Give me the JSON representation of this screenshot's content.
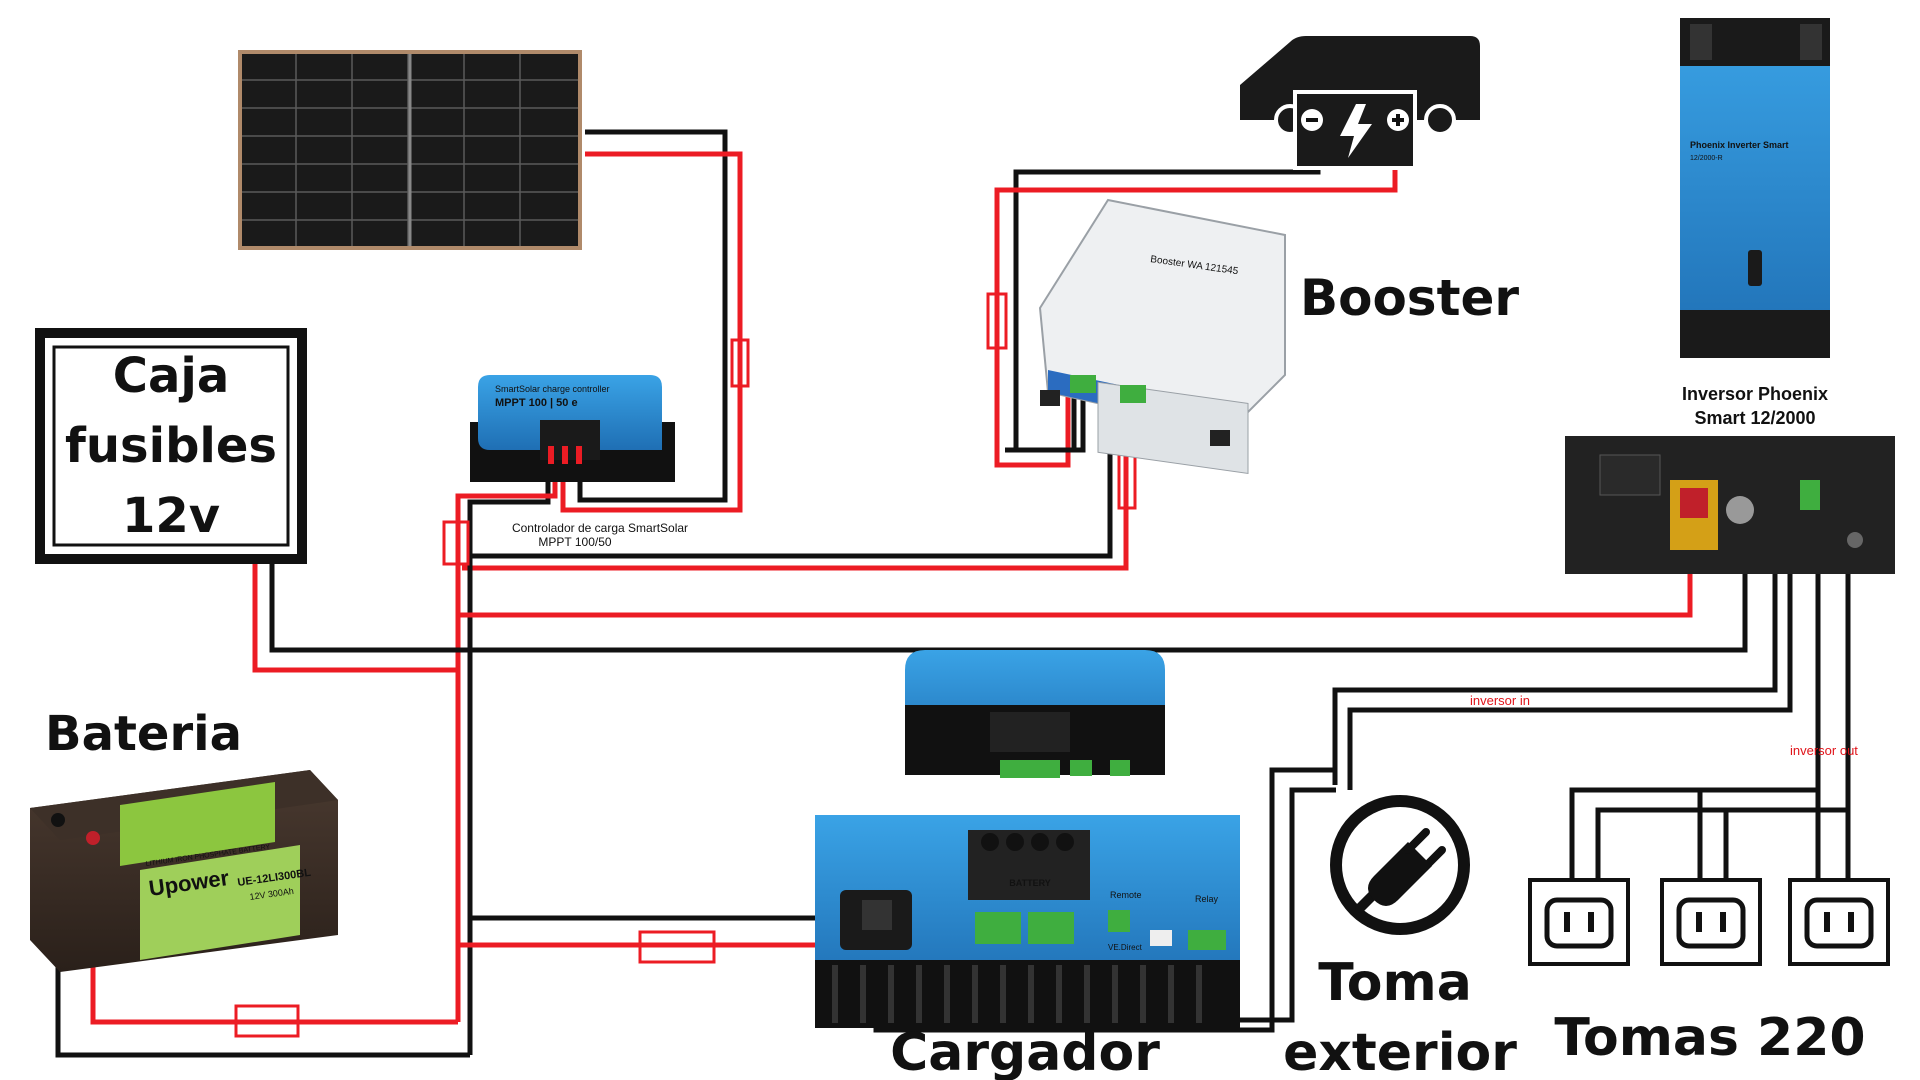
{
  "labels": {
    "caja_line1": "Caja",
    "caja_line2": "fusibles",
    "caja_line3": "12v",
    "bateria": "Bateria",
    "booster": "Booster",
    "inversor_line1": "Inversor Phoenix",
    "inversor_line2": "Smart 12/2000",
    "mppt_line1": "Controlador de carga SmartSolar",
    "mppt_line2": "MPPT 100/50",
    "toma_exterior_line1": "Toma",
    "toma_exterior_line2": "exterior",
    "tomas_220": "Tomas 220",
    "cargador": "Cargador",
    "inversor_in": "inversor in",
    "inversor_out": "inversor out"
  },
  "devices": {
    "mppt_model": "MPPT 100 | 50 e",
    "mppt_brand": "SmartSolar charge controller",
    "booster_model": "Booster WA 121545",
    "inverter_model": "Phoenix Inverter Smart",
    "inverter_rating": "12/2000-R",
    "battery_brand": "Upower",
    "battery_model": "UE-12LI300BL",
    "battery_type": "LITHIUM IRON PHOSPHATE BATTERY",
    "battery_spec": "12V 300Ah",
    "charger_battery_label": "BATTERY",
    "charger_remote": "Remote",
    "charger_relay": "Relay",
    "charger_vedirect": "VE.Direct"
  },
  "colors": {
    "positive_wire": "#ec1c24",
    "negative_wire": "#111111",
    "victron_blue": "#2a8fd6",
    "battery_green": "#7cc242"
  },
  "icons": [
    "solar-panel-icon",
    "van-battery-icon",
    "plug-icon",
    "outlet-icon"
  ]
}
